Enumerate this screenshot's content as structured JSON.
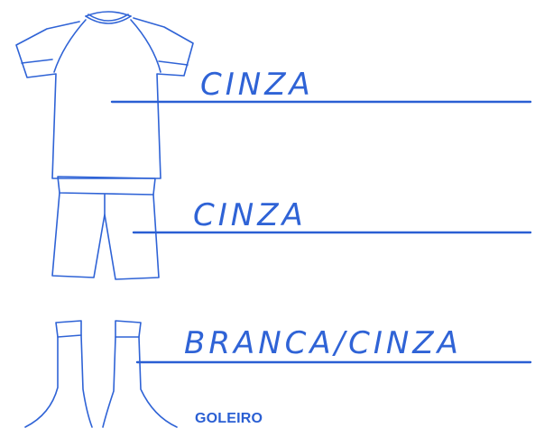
{
  "items": [
    {
      "name": "shirt",
      "color_text": "CINZA"
    },
    {
      "name": "shorts",
      "color_text": "CINZA"
    },
    {
      "name": "socks",
      "color_text": "BRANCA/CINZA"
    }
  ],
  "footer": {
    "label": "GOLEIRO"
  },
  "colors": {
    "ink": "#2f63d6",
    "background": "#ffffff"
  }
}
